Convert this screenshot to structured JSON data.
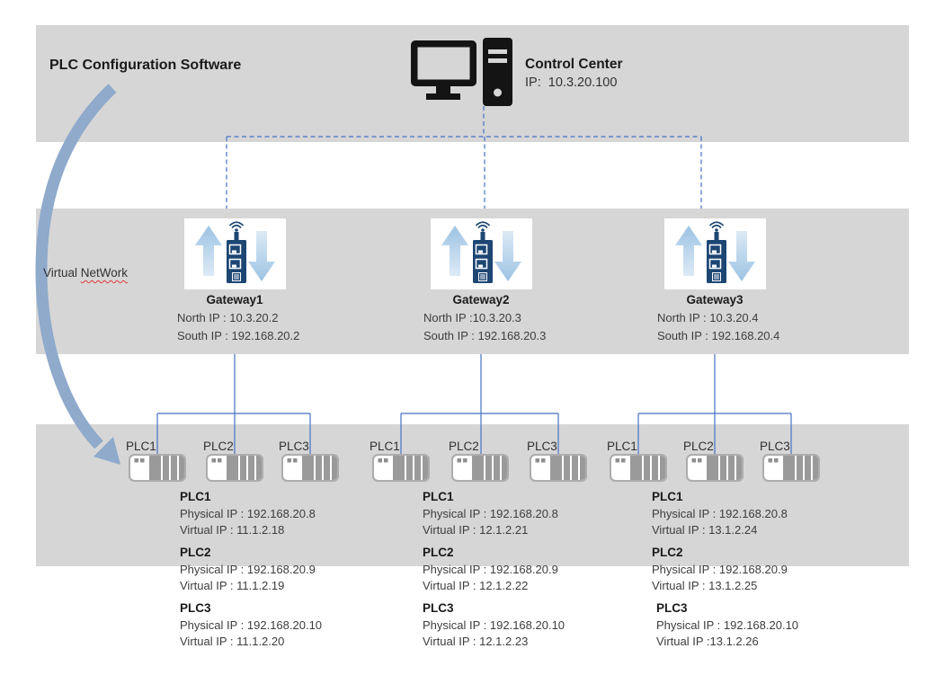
{
  "header": {
    "software_label": "PLC Configuration Software",
    "control_center": {
      "title": "Control Center",
      "ip_line": "IP:  10.3.20.100"
    }
  },
  "virtual_network_label": {
    "part1": "Virtual ",
    "part2": "NetWork"
  },
  "gateways": [
    {
      "name": "Gateway1",
      "north_ip": "North IP : 10.3.20.2",
      "south_ip": "South IP : 192.168.20.2"
    },
    {
      "name": "Gateway2",
      "north_ip": "North IP :10.3.20.3",
      "south_ip": "South IP : 192.168.20.3"
    },
    {
      "name": "Gateway3",
      "north_ip": "North IP : 10.3.20.4",
      "south_ip": "South IP : 192.168.20.4"
    }
  ],
  "plc_groups": [
    {
      "devices": [
        {
          "label": "PLC1"
        },
        {
          "label": "PLC2"
        },
        {
          "label": "PLC3"
        }
      ],
      "entries": [
        {
          "name": "PLC1",
          "physical": "Physical IP : 192.168.20.8",
          "virtual": "Virtual IP : 11.1.2.18"
        },
        {
          "name": "PLC2",
          "physical": "Physical IP : 192.168.20.9",
          "virtual": "Virtual IP : 11.1.2.19"
        },
        {
          "name": "PLC3",
          "physical": "Physical IP : 192.168.20.10",
          "virtual": "Virtual IP : 11.1.2.20"
        }
      ]
    },
    {
      "devices": [
        {
          "label": "PLC1"
        },
        {
          "label": "PLC2"
        },
        {
          "label": "PLC3"
        }
      ],
      "entries": [
        {
          "name": "PLC1",
          "physical": "Physical IP : 192.168.20.8",
          "virtual": "Virtual IP : 12.1.2.21"
        },
        {
          "name": "PLC2",
          "physical": "Physical IP : 192.168.20.9",
          "virtual": "Virtual IP : 12.1.2.22"
        },
        {
          "name": "PLC3",
          "physical": "Physical IP : 192.168.20.10",
          "virtual": "Virtual IP : 12.1.2.23"
        }
      ]
    },
    {
      "devices": [
        {
          "label": "PLC1"
        },
        {
          "label": "PLC2"
        },
        {
          "label": "PLC3"
        }
      ],
      "entries": [
        {
          "name": "PLC1",
          "physical": "Physical IP : 192.168.20.8",
          "virtual": "Virtual IP : 13.1.2.24"
        },
        {
          "name": "PLC2",
          "physical": "Physical IP : 192.168.20.9",
          "virtual": "Virtual IP : 13.1.2.25"
        },
        {
          "name": "PLC3",
          "physical": "Physical IP : 192.168.20.10",
          "virtual": "Virtual IP :13.1.2.26"
        }
      ]
    }
  ],
  "icons": {
    "control_center": "desktop-computer-icon",
    "gateway": "wireless-gateway-icon",
    "plc": "plc-rack-icon",
    "flow": "curved-flow-arrow-icon"
  },
  "colors": {
    "band_gray": "#d6d6d6",
    "connector_blue": "#4472c4",
    "flow_arrow_blue": "#8faacb",
    "gateway_navy": "#1d4673",
    "icon_black": "#141414",
    "plc_gray": "#9a9a9a"
  }
}
